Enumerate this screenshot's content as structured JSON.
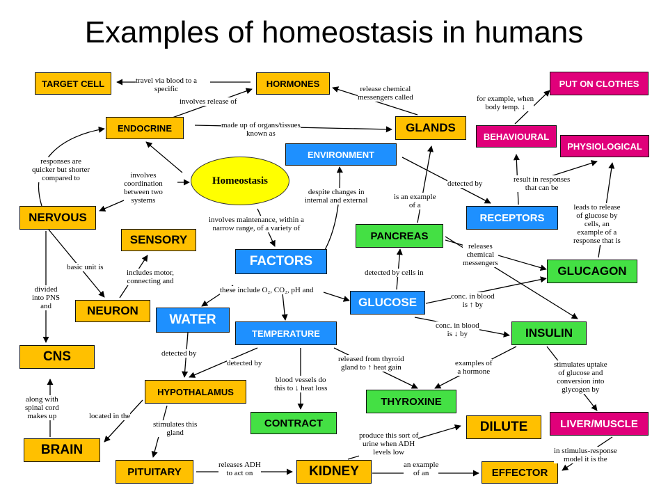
{
  "title": "Examples of homeostasis in humans",
  "central": "Homeostasis",
  "colors": {
    "yellow": "#ffc000",
    "blue": "#1e90ff",
    "green": "#44e044",
    "magenta": "#e0007a",
    "oval": "#ffff00"
  },
  "nodes": {
    "target_cell": "TARGET CELL",
    "hormones": "HORMONES",
    "put_on_clothes": "PUT ON CLOTHES",
    "endocrine": "ENDOCRINE",
    "glands": "GLANDS",
    "behavioural": "BEHAVIOURAL",
    "physiological": "PHYSIOLOGICAL",
    "environment": "ENVIRONMENT",
    "nervous": "NERVOUS",
    "receptors": "RECEPTORS",
    "sensory": "SENSORY",
    "pancreas": "PANCREAS",
    "factors": "FACTORS",
    "glucagon": "GLUCAGON",
    "neuron": "NEURON",
    "glucose": "GLUCOSE",
    "water": "WATER",
    "insulin": "INSULIN",
    "temperature": "TEMPERATURE",
    "cns": "CNS",
    "hypothalamus": "HYPOTHALAMUS",
    "thyroxine": "THYROXINE",
    "contract": "CONTRACT",
    "dilute": "DILUTE",
    "liver_muscle": "LIVER/MUSCLE",
    "brain": "BRAIN",
    "pituitary": "PITUITARY",
    "kidney": "KIDNEY",
    "effector": "EFFECTOR"
  },
  "links": {
    "travel_via_blood": "travel via blood to a\nspecific",
    "involves_release": "involves release of",
    "release_chemical": "release chemical\nmessengers called",
    "for_example": "for example, when\nbody temp. ↓",
    "made_up_of": "made up of organs/tissues\nknown as",
    "responses_quicker": "responses are\nquicker but shorter\ncompared to",
    "involves_coordination": "involves\ncoordination\nbetween two\nsystems",
    "despite_changes": "despite changes in\ninternal and external",
    "is_an_example": "is an example\nof a",
    "detected_by_1": "detected by",
    "result_in": "result in responses\nthat can be",
    "leads_to_release": "leads to release\nof glucose by\ncells, an\nexample of a\nresponse that is",
    "involves_maintenance": "involves maintenance, within a\nnarrow range, of a variety of",
    "basic_unit": "basic unit is",
    "includes_motor": "includes motor,\nconnecting and",
    "releases_chemical": "releases\nchemical\nmessengers",
    "detected_cells": "detected by cells in",
    "divided_into": "divided\ninto PNS\nand",
    "these_include": "these include O₂, CO₂, pH and",
    "conc_up": "conc. in blood\nis ↑ by",
    "conc_down": "conc. in blood\nis ↓ by",
    "detected_by_2": "detected by",
    "detected_by_3": "detected by",
    "released_thyroid": "released from thyroid\ngland to ↑ heat gain",
    "examples_hormone": "examples of\na hormone",
    "stimulates_uptake": "stimulates uptake\nof glucose and\nconversion into\nglycogen by",
    "blood_vessels": "blood vessels do\nthis to ↓ heat loss",
    "along_with": "along with\nspinal cord\nmakes up",
    "located_in": "located in the",
    "stimulates_gland": "stimulates this\ngland",
    "produce_urine": "produce this sort of\nurine when ADH\nlevels low",
    "in_stimulus": "in stimulus-response\nmodel it is the",
    "releases_adh": "releases ADH\nto act on",
    "an_example": "an example\nof an"
  }
}
